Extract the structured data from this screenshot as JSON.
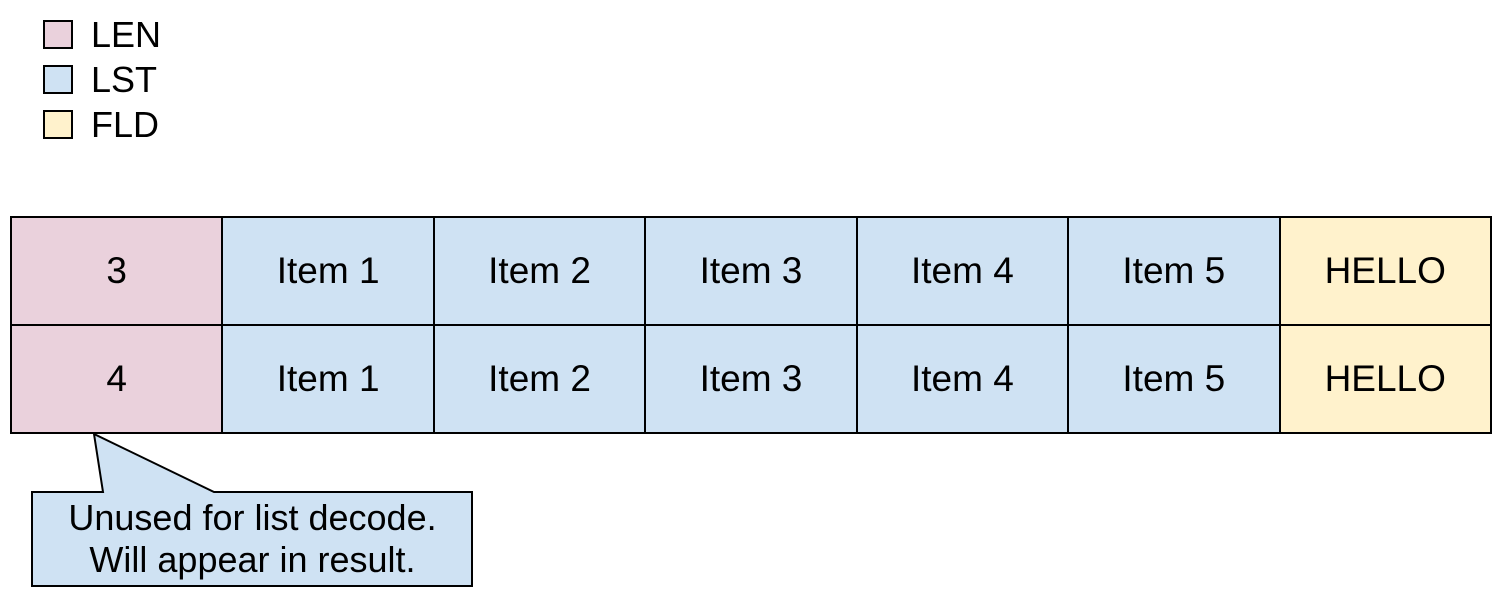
{
  "colors": {
    "len": "#ead1dc",
    "lst": "#cfe2f3",
    "fld": "#fff2cc",
    "border": "#000000",
    "text": "#000000",
    "background": "#ffffff"
  },
  "legend": {
    "items": [
      {
        "key": "len",
        "label": "LEN"
      },
      {
        "key": "lst",
        "label": "LST"
      },
      {
        "key": "fld",
        "label": "FLD"
      }
    ]
  },
  "table": {
    "rows": [
      {
        "cells": [
          "3",
          "Item 1",
          "Item 2",
          "Item 3",
          "Item 4",
          "Item 5",
          "HELLO"
        ]
      },
      {
        "cells": [
          "4",
          "Item 1",
          "Item 2",
          "Item 3",
          "Item 4",
          "Item 5",
          "HELLO"
        ]
      }
    ]
  },
  "callout": {
    "line1": "Unused for list decode.",
    "line2": "Will appear in result."
  }
}
